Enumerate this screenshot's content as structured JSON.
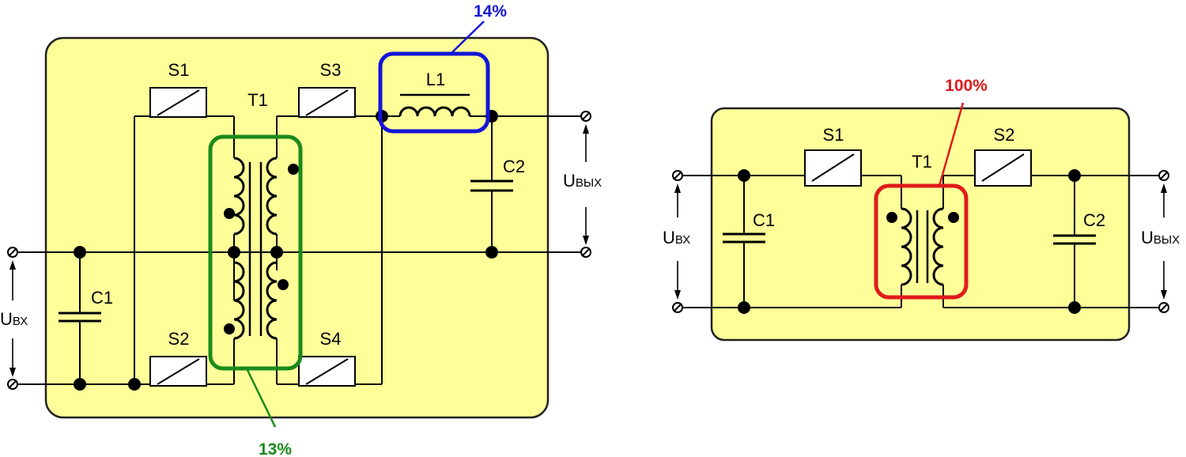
{
  "left_circuit": {
    "labels": {
      "s1": "S1",
      "s2": "S2",
      "s3": "S3",
      "s4": "S4",
      "t1": "T1",
      "l1": "L1",
      "c1": "C1",
      "c2": "C2"
    },
    "input_voltage": {
      "main": "U",
      "sub": "ВХ"
    },
    "output_voltage": {
      "main": "U",
      "sub": "ВЫХ"
    },
    "transformer_share": {
      "text": "13%",
      "color": "#1a8a1a"
    },
    "inductor_share": {
      "text": "14%",
      "color": "#1515d9"
    }
  },
  "right_circuit": {
    "labels": {
      "s1": "S1",
      "s2": "S2",
      "t1": "T1",
      "c1": "C1",
      "c2": "C2"
    },
    "input_voltage": {
      "main": "U",
      "sub": "ВХ"
    },
    "output_voltage": {
      "main": "U",
      "sub": "ВЫХ"
    },
    "transformer_share": {
      "text": "100%",
      "color": "#e01b1b"
    }
  },
  "colors": {
    "panel": "#ffff99",
    "wire": "#000000"
  }
}
